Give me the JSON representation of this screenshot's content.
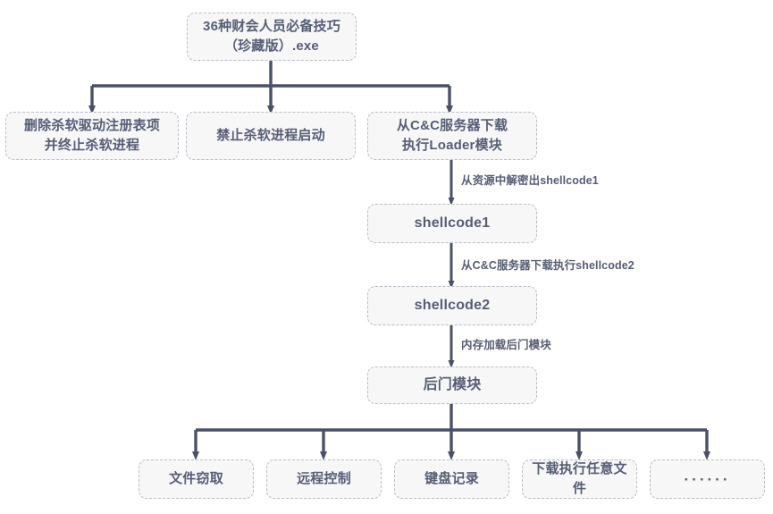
{
  "diagram": {
    "title": "malware-execution-flow",
    "colors": {
      "box_fill": "#f7f7f8",
      "box_border": "#b9bcc6",
      "text": "#565e75",
      "connector": "#4a5068",
      "background": "#ffffff"
    },
    "root": {
      "label": "36种财会人员必备技巧\n（珍藏版）.exe"
    },
    "branch_row": [
      {
        "label": "删除杀软驱动注册表项\n并终止杀软进程"
      },
      {
        "label": "禁止杀软进程启动"
      },
      {
        "label": "从C&C服务器下载\n执行Loader模块"
      }
    ],
    "chain": [
      {
        "label": "shellcode1"
      },
      {
        "label": "shellcode2"
      },
      {
        "label": "后门模块"
      }
    ],
    "chain_edge_labels": [
      "从资源中解密出shellcode1",
      "从C&C服务器下载执行shellcode2",
      "内存加载后门模块"
    ],
    "capabilities": [
      {
        "label": "文件窃取"
      },
      {
        "label": "远程控制"
      },
      {
        "label": "键盘记录"
      },
      {
        "label": "下载执行任意文件"
      },
      {
        "label": "······"
      }
    ]
  }
}
